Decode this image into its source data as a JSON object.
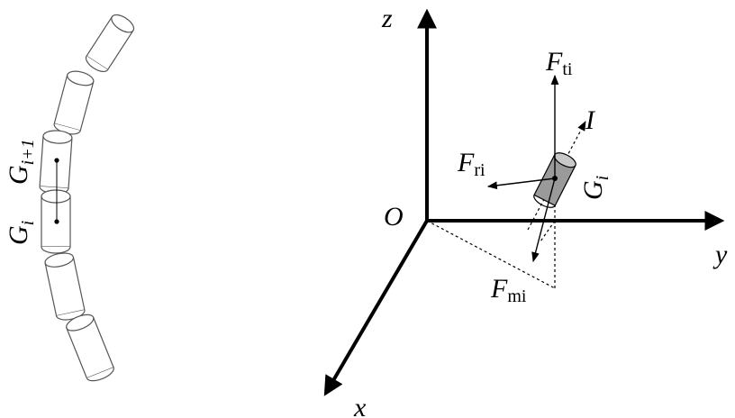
{
  "left": {
    "labels": [
      {
        "main": "G",
        "sub": "i+1"
      },
      {
        "main": "G",
        "sub": "i"
      }
    ]
  },
  "axes": {
    "origin": "O",
    "x": "x",
    "y": "y",
    "z": "z"
  },
  "forces": [
    {
      "main": "F",
      "sub": "ti"
    },
    {
      "main": "F",
      "sub": "ri"
    },
    {
      "main": "F",
      "sub": "mi"
    }
  ],
  "axis_label": "I",
  "element": {
    "main": "G",
    "sub": "i"
  }
}
